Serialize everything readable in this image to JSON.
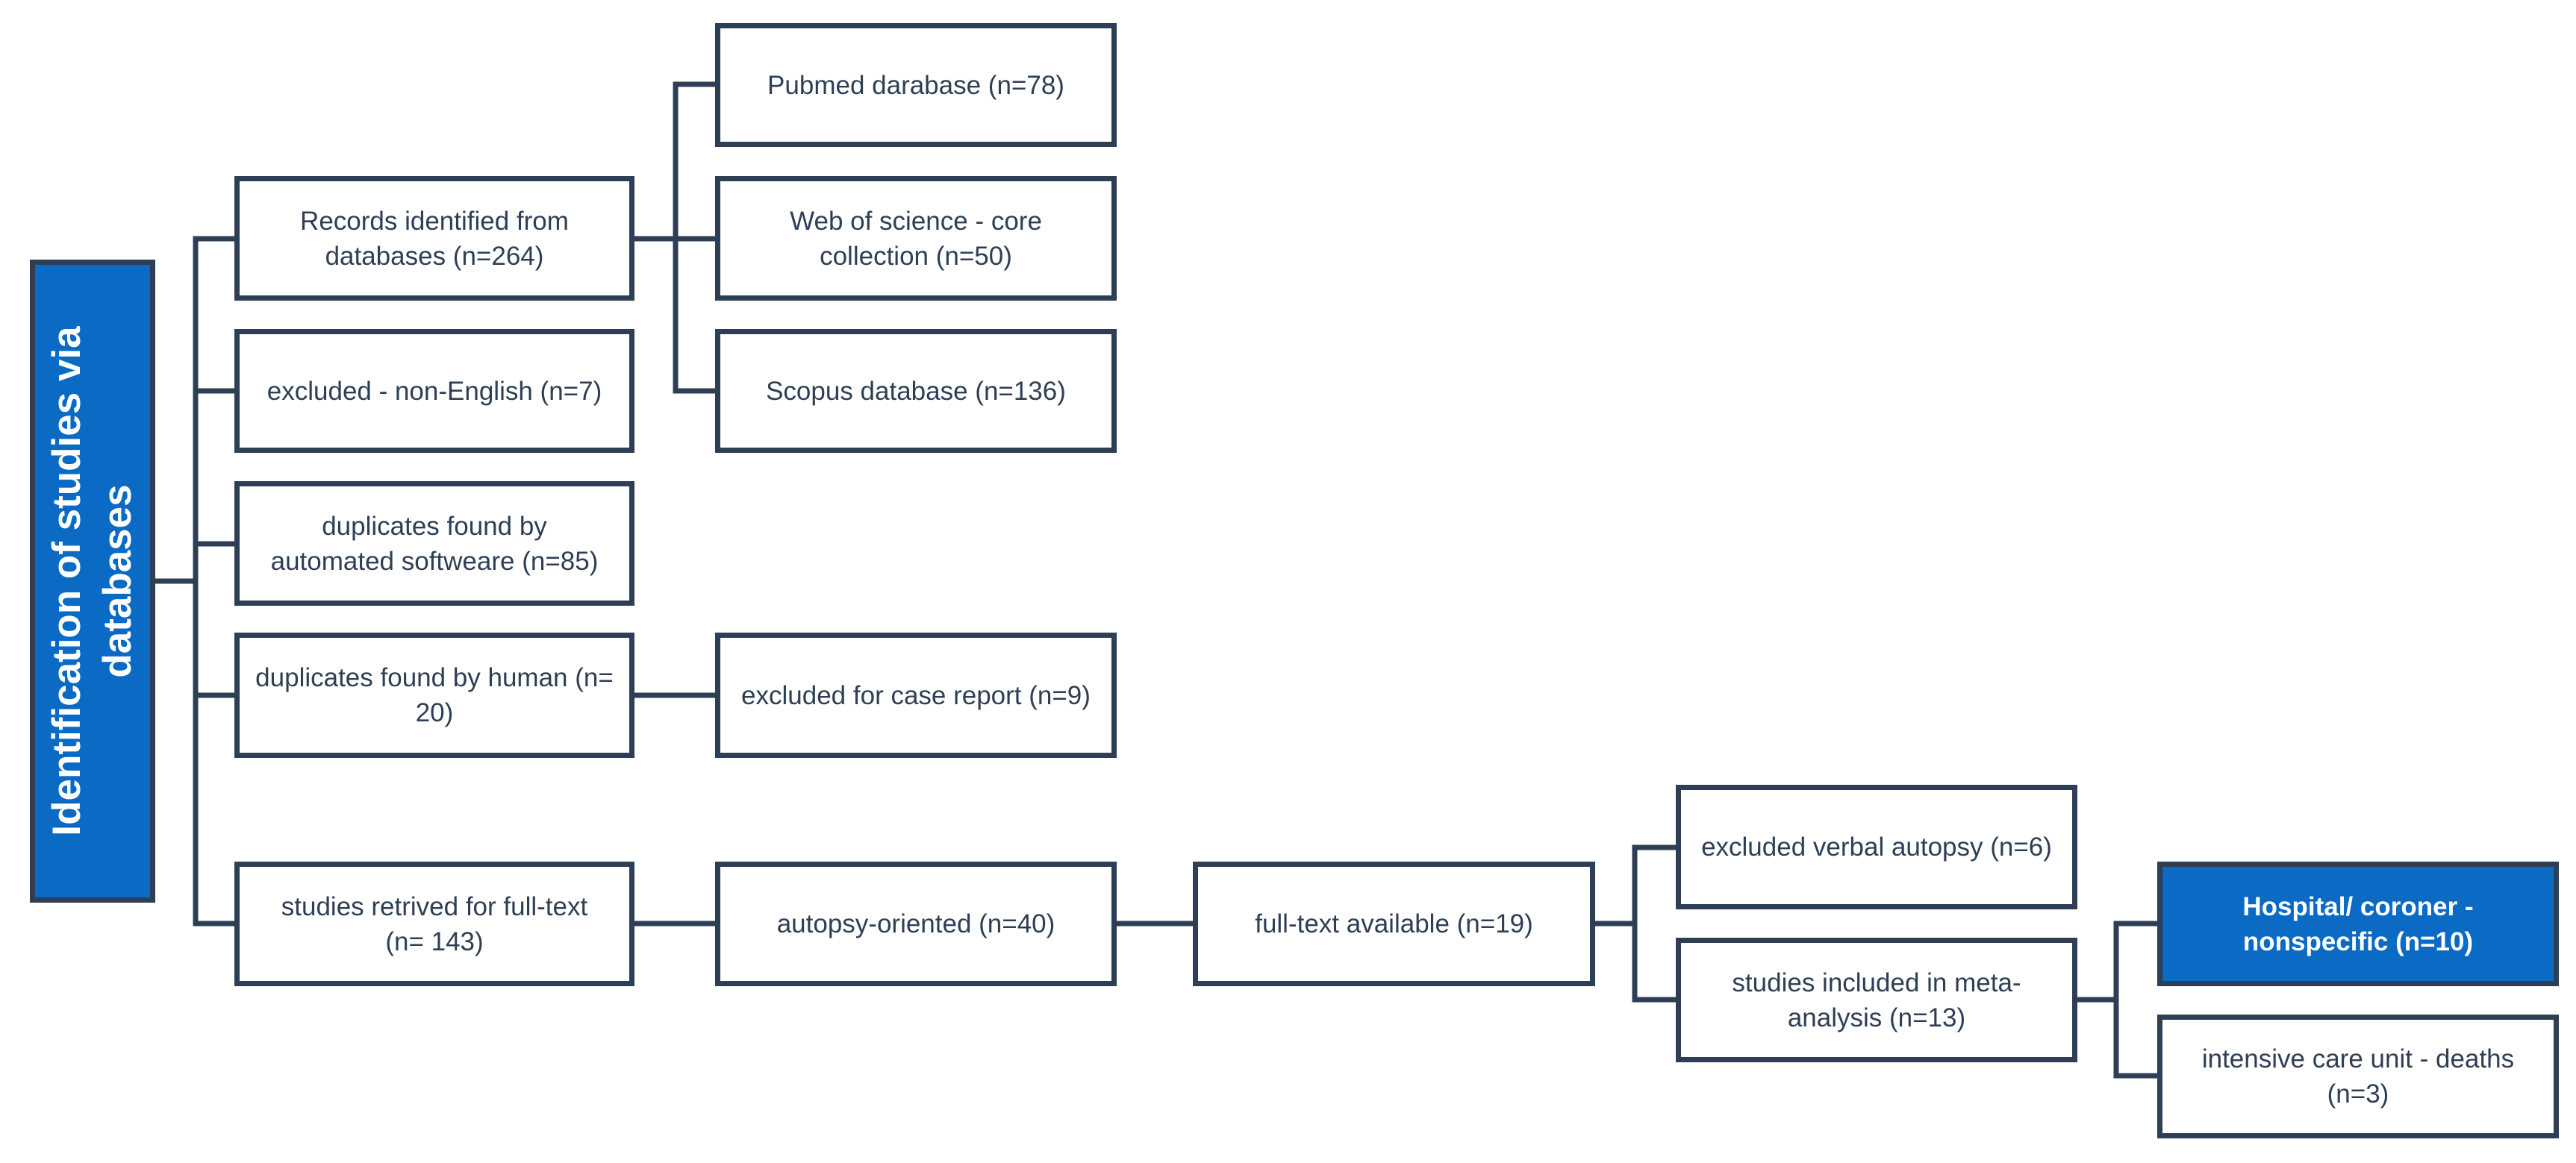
{
  "sidebar": {
    "title": "Identification of studies via\ndatabases"
  },
  "boxes": {
    "records": "Records identified from\ndatabases (n=264)",
    "pubmed": "Pubmed darabase (n=78)",
    "wos": "Web of science - core\ncollection (n=50)",
    "scopus": "Scopus database (n=136)",
    "non_english": "excluded - non-English (n=7)",
    "dup_auto": "duplicates found by\nautomated softweare (n=85)",
    "dup_human": "duplicates found by human (n=\n20)",
    "case_report": "excluded for case report (n=9)",
    "retrieved": "studies retrived for full-text\n(n= 143)",
    "autopsy": "autopsy-oriented (n=40)",
    "fulltext": "full-text available (n=19)",
    "verbal": "excluded verbal autopsy (n=6)",
    "meta": "studies included in meta-\nanalysis (n=13)",
    "hospital": "Hospital/ coroner -\nnonspecific (n=10)",
    "icu": "intensive care unit - deaths\n(n=3)"
  },
  "colors": {
    "line": "#2e3f55",
    "accent": "#0a6ac4",
    "text": "#2e3f55"
  }
}
